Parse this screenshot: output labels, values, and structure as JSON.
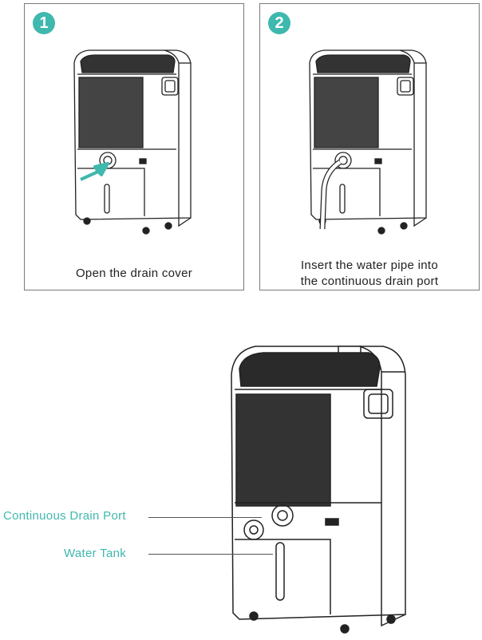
{
  "steps": [
    {
      "number": "1",
      "caption": "Open the drain cover"
    },
    {
      "number": "2",
      "caption_line1": "Insert the water pipe into",
      "caption_line2": "the continuous drain port"
    }
  ],
  "callouts": {
    "drain_port": "Continuous Drain Port",
    "water_tank": "Water Tank"
  },
  "colors": {
    "accent": "#3fb8ae",
    "line": "#222222"
  }
}
